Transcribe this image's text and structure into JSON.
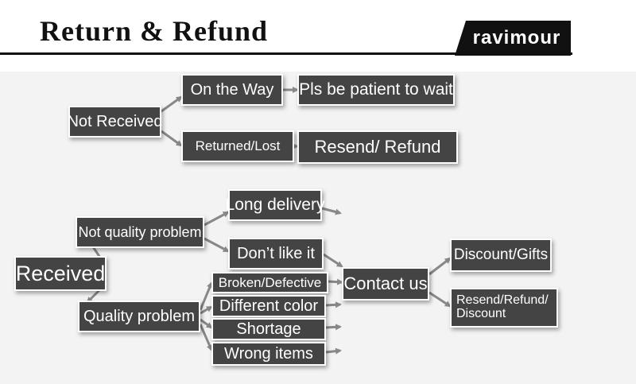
{
  "header": {
    "title": "Return & Refund",
    "brand": "ravimour"
  },
  "nodes": {
    "not_received": "Not Received",
    "on_the_way": "On the Way",
    "patient": "Pls be patient to wait",
    "returned_lost": "Returned/Lost",
    "resend_refund": "Resend/ Refund",
    "received": "Received",
    "not_quality": "Not quality problem",
    "long_delivery": "Long delivery",
    "dont_like": "Don’t like it",
    "quality_problem": "Quality problem",
    "broken": "Broken/Defective",
    "different_color": "Different color",
    "shortage": "Shortage",
    "wrong_items": "Wrong items",
    "contact_us": "Contact us",
    "discount_gifts": "Discount/Gifts",
    "resend_refund_discount_1": "Resend/Refund/",
    "resend_refund_discount_2": "Discount"
  },
  "colors": {
    "box": "#444444",
    "arrow": "#888888",
    "background": "#f3f3f3"
  }
}
